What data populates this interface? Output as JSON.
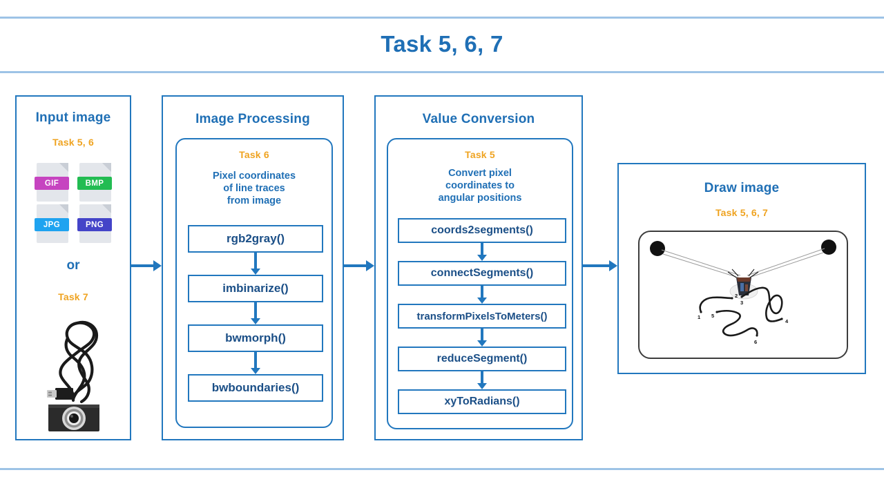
{
  "slide": {
    "title": "Task 5, 6, 7",
    "accent_blue": "#2177BE",
    "title_blue": "#1F6FB5",
    "task_orange": "#EFA320",
    "rule_blue": "#9DC3E6"
  },
  "panels": {
    "input": {
      "title": "Input image",
      "task_label": "Task 5, 6",
      "files": [
        {
          "label": "GIF",
          "color": "#C644C0"
        },
        {
          "label": "BMP",
          "color": "#22BC52"
        },
        {
          "label": "JPG",
          "color": "#1FA3F0"
        },
        {
          "label": "PNG",
          "color": "#4444C8"
        }
      ],
      "or_text": "or",
      "task7_label": "Task 7",
      "photo_name": "usb-webcam-photo"
    },
    "image_processing": {
      "title": "Image Processing",
      "task_label": "Task 6",
      "caption": "Pixel coordinates\nof line traces\nfrom image",
      "steps": [
        "rgb2gray()",
        "imbinarize()",
        "bwmorph()",
        "bwboundaries()"
      ]
    },
    "value_conversion": {
      "title": "Value Conversion",
      "task_label": "Task 5",
      "caption": "Convert pixel\ncoordinates to\nangular positions",
      "steps": [
        "coords2segments()",
        "connectSegments()",
        "transformPixelsToMeters()",
        "reduceSegment()",
        "xyToRadians()"
      ]
    },
    "draw_image": {
      "title": "Draw image",
      "task_label": "Task 5, 6, 7",
      "trace_numbers": [
        "1",
        "2",
        "3",
        "4",
        "5",
        "6"
      ]
    }
  },
  "connectors": [
    {
      "name": "arrow-input-to-processing"
    },
    {
      "name": "arrow-processing-to-conversion"
    },
    {
      "name": "arrow-conversion-to-draw"
    }
  ]
}
